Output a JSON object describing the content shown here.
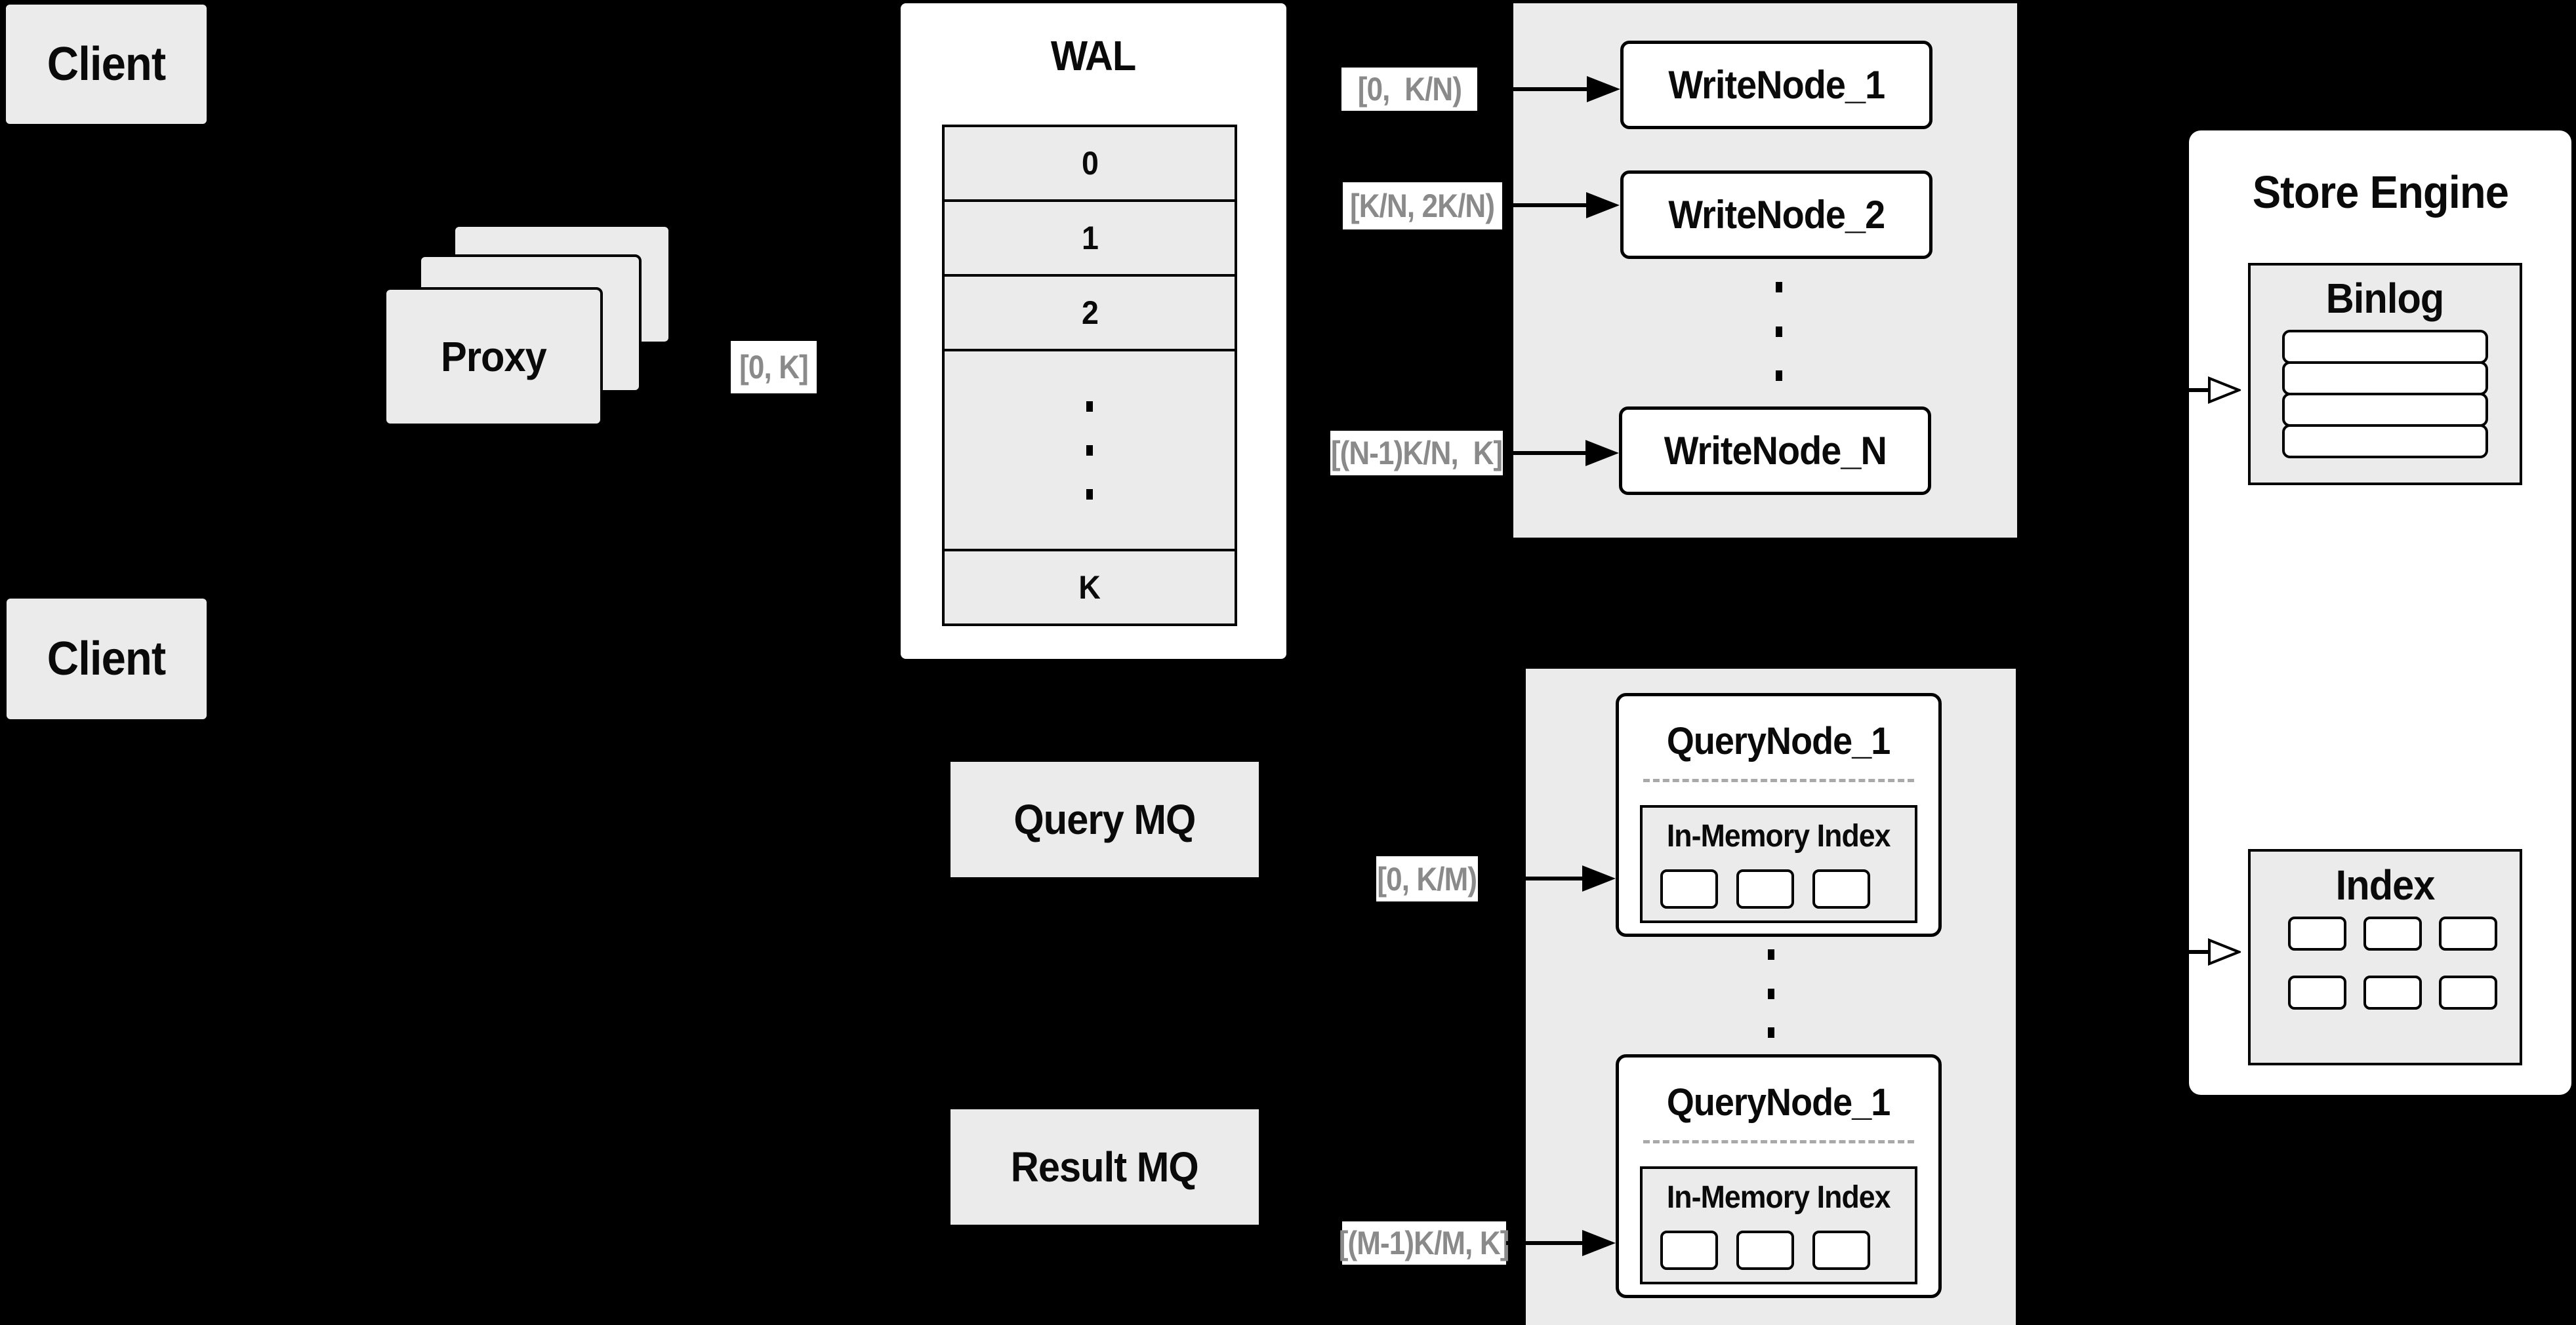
{
  "diagram": {
    "clients": {
      "top": "Client",
      "bottom": "Client"
    },
    "proxy": {
      "label": "Proxy"
    },
    "wal": {
      "title": "WAL",
      "rows": [
        "0",
        "1",
        "2",
        "K"
      ]
    },
    "range_labels": {
      "proxy_to_wal": "[0, K]",
      "wal_to_writenode_1": "[0,  K/N)",
      "wal_to_writenode_2": "[K/N, 2K/N)",
      "wal_to_writenode_n": "[(N-1)K/N,  K]",
      "to_querynode_1": "[0, K/M)",
      "to_querynode_m": "[(M-1)K/M, K]"
    },
    "write_nodes": {
      "first": "WriteNode_1",
      "second": "WriteNode_2",
      "last": "WriteNode_N"
    },
    "queues": {
      "query_mq": "Query MQ",
      "result_mq": "Result MQ"
    },
    "query_nodes": [
      {
        "title": "QueryNode_1",
        "index_label": "In-Memory Index"
      },
      {
        "title": "QueryNode_1",
        "index_label": "In-Memory Index"
      }
    ],
    "store_engine": {
      "title": "Store Engine",
      "binlog_title": "Binlog",
      "index_title": "Index"
    },
    "colors": {
      "background": "#000000",
      "panel_gray": "#ebebeb",
      "box_white": "#ffffff",
      "line_black": "#000000",
      "range_label_text": "#8a8a8a",
      "dashed_divider": "#a9a9a9"
    }
  }
}
